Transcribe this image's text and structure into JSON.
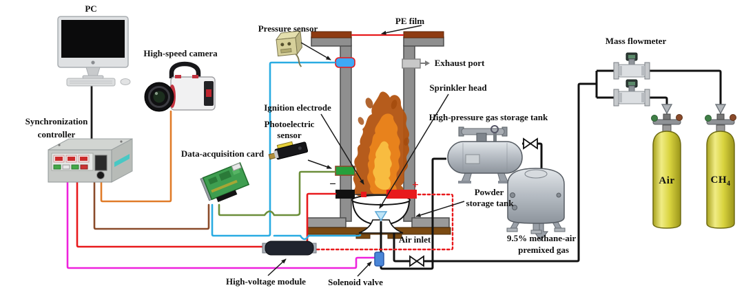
{
  "diagram": {
    "title_hint": "Experimental setup schematic: dust/methane explosion duct with sensors and gas supply",
    "labels": {
      "pc": "PC",
      "high_speed_camera": "High-speed camera",
      "sync_controller_l1": "Synchronization",
      "sync_controller_l2": "controller",
      "data_acquisition_card": "Data-acquisition card",
      "pressure_sensor": "Pressure sensor",
      "pe_film": "PE film",
      "exhaust_port": "Exhaust port",
      "sprinkler_head": "Sprinkler head",
      "ignition_electrode": "Ignition electrode",
      "photoelectric_l1": "Photoelectric",
      "photoelectric_l2": "sensor",
      "high_pressure_tank": "High-pressure gas storage tank",
      "powder_tank_l1": "Powder",
      "powder_tank_l2": "storage tank",
      "air_inlet": "Air inlet",
      "premixed_l1": "9.5% methane-air",
      "premixed_l2": "premixed gas",
      "mass_flowmeter": "Mass flowmeter",
      "high_voltage_module": "High-voltage module",
      "solenoid_valve": "Solenoid valve",
      "minus_terminal": "−",
      "plus_terminal": "+",
      "air_cylinder": "Air",
      "ch4_cylinder_base": "CH",
      "ch4_cylinder_sub": "4"
    },
    "colors": {
      "pc_wire": "#1a1a1a",
      "camera_wire": "#E07B28",
      "daq_wire_brown": "#8A4B2A",
      "ignition_wire_red": "#E8191C",
      "solenoid_wire_magenta": "#EE22DD",
      "pressure_wire_cyan": "#29ABE2",
      "photoelectric_wire_green": "#6B8E3A",
      "high_voltage_dotted": "#E8191C",
      "pe_film_line": "#E8191C",
      "pipe_black": "#111111",
      "wall_gray": "#8F8F8F",
      "cap_brown": "#8E3B12",
      "baseplate_brown": "#7B4A12",
      "pressure_port_blue": "#3FA9F5",
      "photoelectric_port_green": "#27A03C",
      "cylinder_yellow": "#D9D43F",
      "flame_outer": "#B25310",
      "flame_mid": "#E8821C",
      "flame_core": "#F8BC40",
      "solenoid_body_blue": "#4A86D8"
    }
  }
}
